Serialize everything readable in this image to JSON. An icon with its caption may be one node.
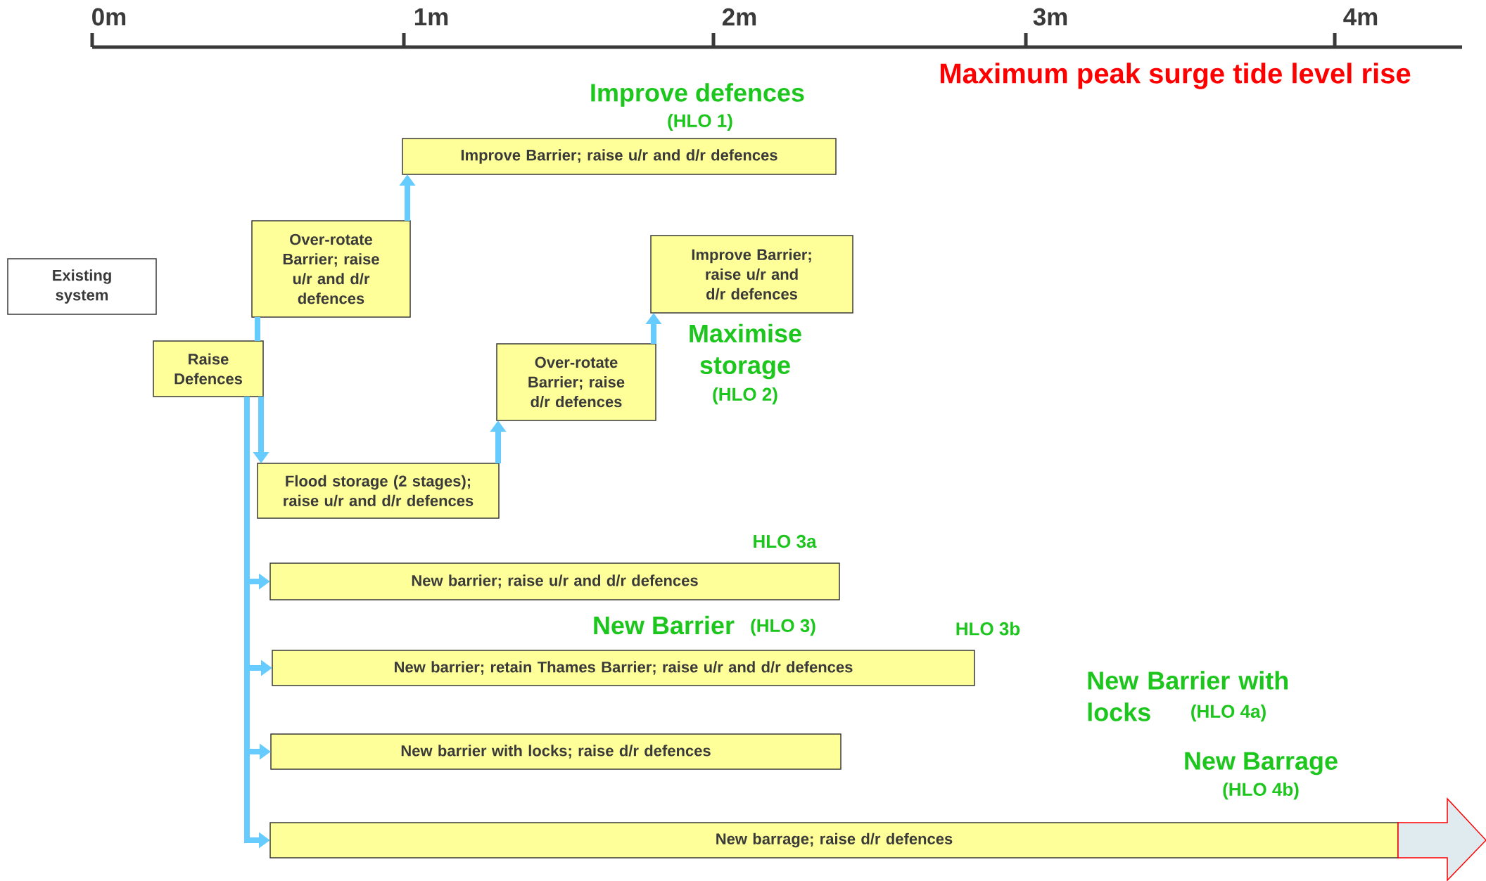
{
  "diagram": {
    "nodes": [
      {
        "text": [
          "Improve Barrier; raise u/r and d/r defences"
        ]
      },
      {
        "text": [
          "Over-rotate Barrier; raise u/r and d/r defences"
        ]
      },
      {
        "text": [
          "Improve Barrier; raise u/r and d/r defences"
        ]
      },
      {
        "text": [
          "Existing system"
        ]
      },
      {
        "text": [
          "Raise Defences"
        ]
      },
      {
        "text": [
          "Over-rotate Barrier; raise d/r defences"
        ]
      },
      {
        "text": [
          "Flood storage (2 stages); raise u/r and d/r defences"
        ]
      },
      {
        "text": [
          "New barrier; raise u/r and d/r defences"
        ]
      },
      {
        "text": [
          "New barrier; retain Thames Barrier; raise u/r and d/r defences"
        ]
      },
      {
        "text": [
          "New barrier with locks; raise d/r defences"
        ]
      },
      {
        "text": [
          "New barrage; raise d/r defences"
        ]
      }
    ],
    "edges": [
      {
        "from": 4,
        "to": 1,
        "arrow": "none"
      },
      {
        "from": 1,
        "to": 0,
        "arrow": "to"
      },
      {
        "from": 4,
        "to": 6,
        "arrow": "to"
      },
      {
        "from": 6,
        "to": 5,
        "arrow": "to"
      },
      {
        "from": 5,
        "to": 2,
        "arrow": "to"
      },
      {
        "from": 4,
        "to": 7,
        "arrow": "to"
      },
      {
        "from": 4,
        "to": 8,
        "arrow": "to"
      },
      {
        "from": 4,
        "to": 9,
        "arrow": "to"
      },
      {
        "from": 4,
        "to": 10,
        "arrow": "to"
      },
      {
        "from": 10,
        "to": null,
        "arrow": "to"
      }
    ],
    "labels": [
      "0m",
      "1m",
      "2m",
      "3m",
      "4m",
      "Maximum peak surge tide level rise",
      "Improve defences",
      "(HLO 1)",
      "Maximise storage",
      "(HLO 2)",
      "HLO 3a",
      "New Barrier",
      "(HLO 3)",
      "HLO 3b",
      "New Barrier with locks",
      "(HLO 4a)",
      "New Barrage",
      "(HLO 4b)"
    ]
  }
}
